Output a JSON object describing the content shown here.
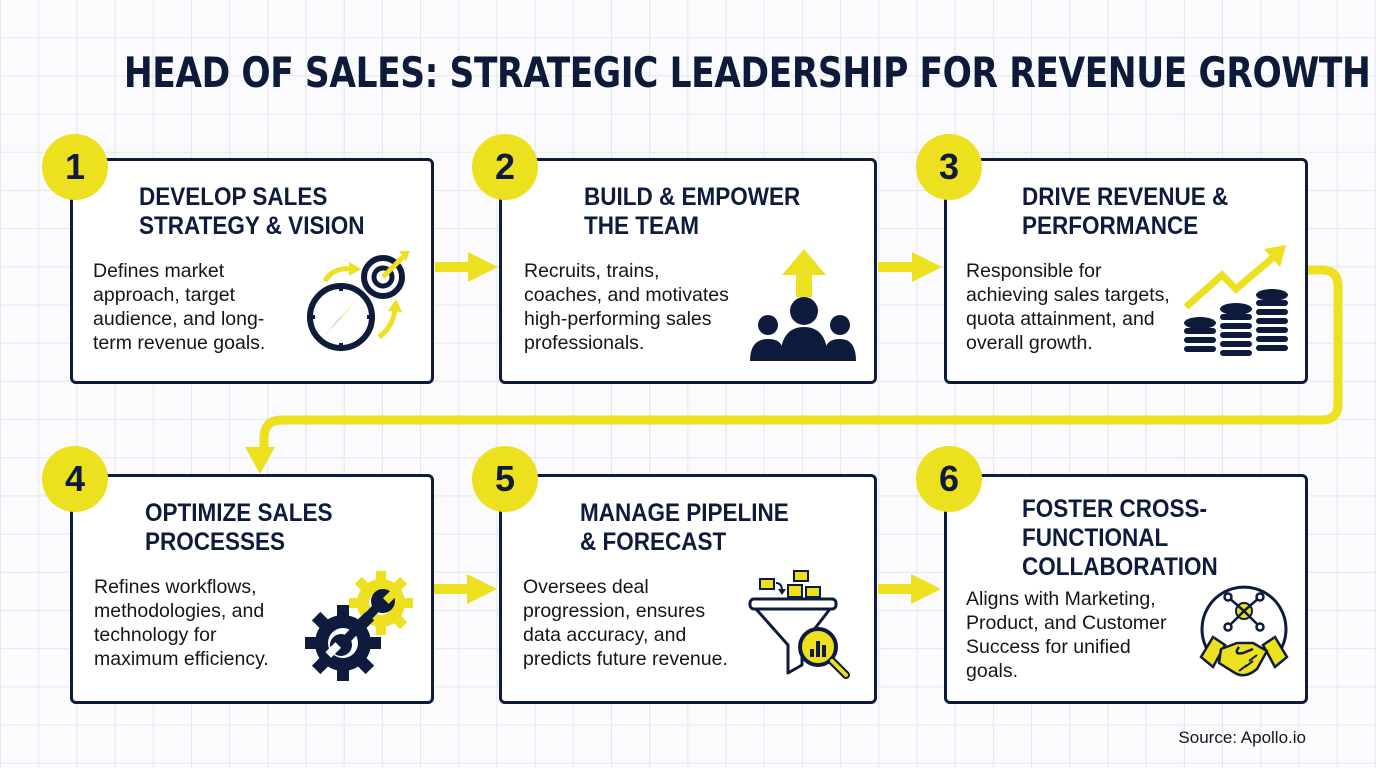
{
  "title": "HEAD OF SALES: STRATEGIC LEADERSHIP FOR REVENUE GROWTH",
  "colors": {
    "navy": "#0f1b3d",
    "yellow": "#ece01f",
    "grid": "#e4e6ee",
    "background": "#fbfbfd"
  },
  "steps": [
    {
      "number": "1",
      "title": "DEVELOP SALES\nSTRATEGY & VISION",
      "description": "Defines market\napproach, target\naudience, and long-\nterm revenue goals.",
      "icon": "compass-target-icon"
    },
    {
      "number": "2",
      "title": "BUILD & EMPOWER\nTHE TEAM",
      "description": "Recruits, trains,\ncoaches, and motivates\nhigh-performing sales\nprofessionals.",
      "icon": "team-growth-icon"
    },
    {
      "number": "3",
      "title": "DRIVE REVENUE &\nPERFORMANCE",
      "description": "Responsible for\nachieving sales targets,\nquota attainment, and\noverall growth.",
      "icon": "coins-trend-icon"
    },
    {
      "number": "4",
      "title": "OPTIMIZE SALES\nPROCESSES",
      "description": "Refines workflows,\nmethodologies, and\ntechnology for\nmaximum efficiency.",
      "icon": "gear-wrench-icon"
    },
    {
      "number": "5",
      "title": "MANAGE PIPELINE\n& FORECAST",
      "description": "Oversees deal\nprogression, ensures\ndata accuracy, and\npredicts future revenue.",
      "icon": "funnel-analytics-icon"
    },
    {
      "number": "6",
      "title": "FOSTER CROSS-\nFUNCTIONAL\nCOLLABORATION",
      "description": "Aligns with Marketing,\nProduct, and Customer\nSuccess for unified\ngoals.",
      "icon": "handshake-network-icon"
    }
  ],
  "source": "Source: Apollo.io"
}
